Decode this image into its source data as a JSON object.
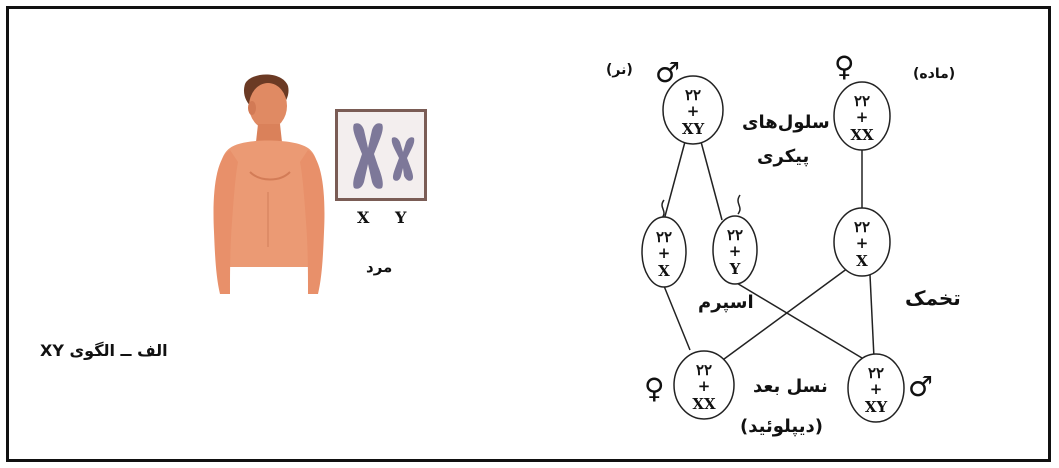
{
  "left_panel": {
    "chromosome_labels": [
      "X",
      "Y"
    ],
    "person_label": "مرد",
    "caption": "الف ــ الگوی XY"
  },
  "right_diagram": {
    "parent_female_label": "(ماده)",
    "parent_male_label": "(نر)",
    "body_cells_label_line1": "سلول‌های",
    "body_cells_label_line2": "پیکری",
    "sperm_label": "اسپرم",
    "egg_label": "تخمک",
    "offspring_label_line1": "نسل بعد",
    "offspring_label_line2": "(دیپلوئید)",
    "male_symbol": "♂",
    "female_symbol": "♀",
    "cells": {
      "male_parent": {
        "top": "۲۲",
        "mid": "+",
        "bot": "XY"
      },
      "female_parent": {
        "top": "۲۲",
        "mid": "+",
        "bot": "XX"
      },
      "sperm_x": {
        "top": "۲۲",
        "mid": "+",
        "bot": "X"
      },
      "sperm_y": {
        "top": "۲۲",
        "mid": "+",
        "bot": "Y"
      },
      "egg": {
        "top": "۲۲",
        "mid": "+",
        "bot": "X"
      },
      "offspring_female": {
        "top": "۲۲",
        "mid": "+",
        "bot": "XX"
      },
      "offspring_male": {
        "top": "۲۲",
        "mid": "+",
        "bot": "XY"
      }
    }
  },
  "colors": {
    "skin": "#e8966f",
    "hair": "#6b3a24",
    "chromosome": "#7d7899",
    "box_border": "#7a5c55"
  }
}
